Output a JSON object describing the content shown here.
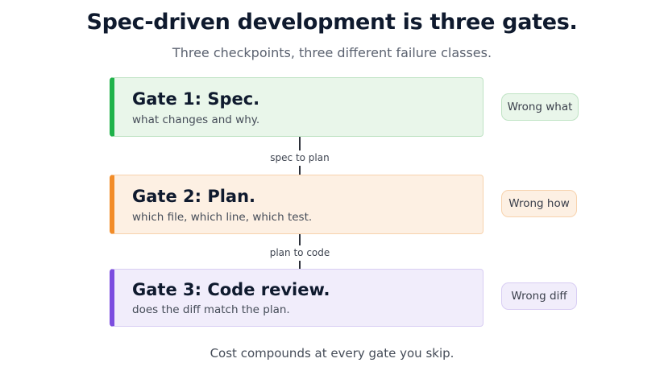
{
  "title": "Spec-driven development is three gates.",
  "subtitle": "Three checkpoints, three different failure classes.",
  "gates": [
    {
      "title": "Gate 1: Spec.",
      "description": "what changes and why.",
      "failure": "Wrong what",
      "accent": "#1fb24a",
      "background": "#e9f6ea"
    },
    {
      "title": "Gate 2: Plan.",
      "description": "which file, which line, which test.",
      "failure": "Wrong how",
      "accent": "#f28c28",
      "background": "#fdf0e3"
    },
    {
      "title": "Gate 3: Code review.",
      "description": "does the diff match the plan.",
      "failure": "Wrong diff",
      "accent": "#7c4ddf",
      "background": "#f1edfb"
    }
  ],
  "connectors": [
    {
      "label": "spec to plan"
    },
    {
      "label": "plan to code"
    }
  ],
  "footer": "Cost compounds at every gate you skip."
}
